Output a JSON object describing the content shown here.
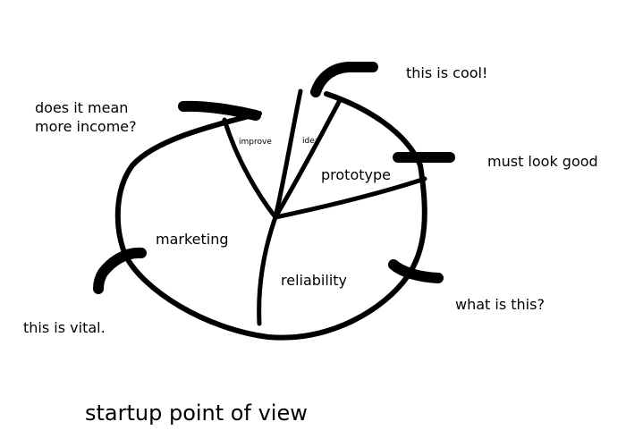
{
  "sections": {
    "marketing": "marketing",
    "reliability": "reliability",
    "prototype": "prototype",
    "improve": "improve",
    "idea": "idea"
  },
  "notes": {
    "income_line1": "does it mean",
    "income_line2": "more income?",
    "cool": "this is cool!",
    "look_good": "must look good",
    "what": "what is this?",
    "vital": "this is vital."
  },
  "caption": "startup point of view"
}
